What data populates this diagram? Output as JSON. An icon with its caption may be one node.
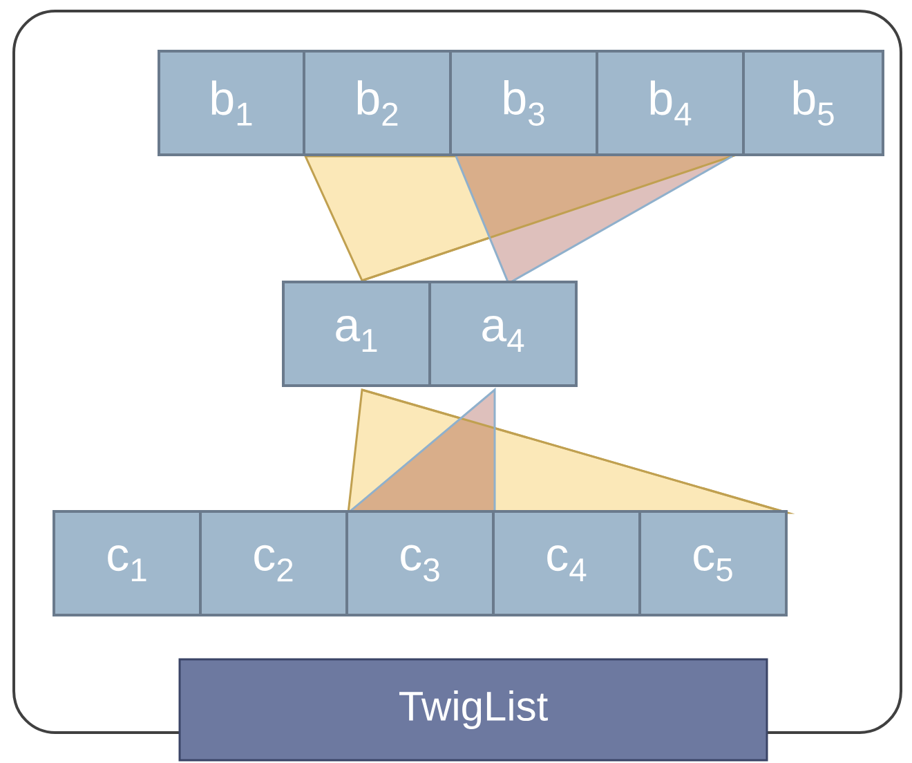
{
  "diagram": {
    "nodes": [
      {
        "text": [],
        "shape": "box"
      },
      {
        "text": [
          "b$_{1}$"
        ],
        "in": 0
      },
      {
        "text": [
          "b$_{2}$"
        ],
        "in": 0
      },
      {
        "text": [
          "b$_{3}$"
        ],
        "in": 0
      },
      {
        "text": [
          "b$_{4}$"
        ],
        "in": 0
      },
      {
        "text": [
          "b$_{5}$"
        ],
        "in": 0
      },
      {
        "text": [
          "a$_{1}$"
        ],
        "in": 0
      },
      {
        "text": [
          "a$_{4}$"
        ],
        "in": 0
      },
      {
        "text": [
          "c$_{1}$"
        ],
        "in": 0
      },
      {
        "text": [
          "c$_{2}$"
        ],
        "in": 0
      },
      {
        "text": [
          "c$_{3}$"
        ],
        "in": 0
      },
      {
        "text": [
          "c$_{4}$"
        ],
        "in": 0
      },
      {
        "text": [
          "c$_{5}$"
        ],
        "in": 0
      },
      {
        "text": [
          "TwigList"
        ]
      }
    ]
  }
}
